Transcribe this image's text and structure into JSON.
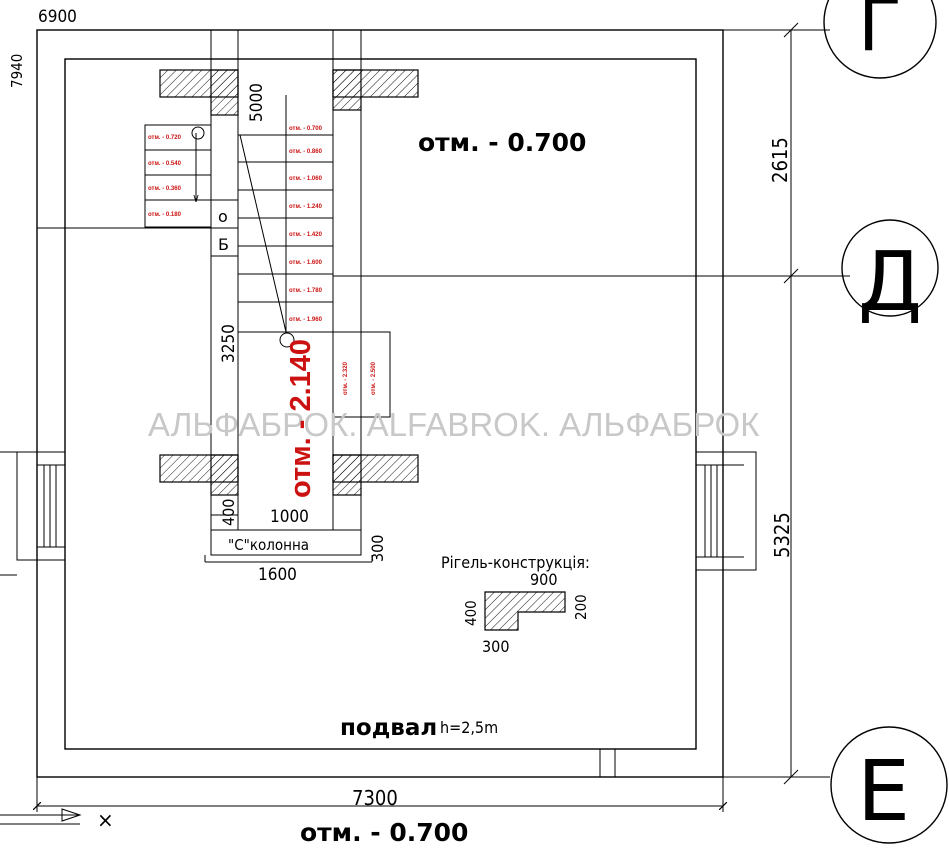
{
  "axes": {
    "g": "Г",
    "d": "Д",
    "e": "Е"
  },
  "dimensions": {
    "top_left_6900": "6900",
    "left_7940": "7940",
    "right_2615": "2615",
    "right_5325": "5325",
    "bottom_7300": "7300",
    "stair_5000": "5000",
    "stair_3250": "3250",
    "stair_400": "400",
    "stair_1000": "1000",
    "stair_1600": "1600",
    "stair_300": "300"
  },
  "elevations": {
    "main_room": "отм. - 0.700",
    "bottom": "отм. - 0.700",
    "stair_landing": "отм. - 2.140"
  },
  "steps_right": [
    "отм. - 0.700",
    "отм. - 0.860",
    "отм. - 1.060",
    "отм. - 1.240",
    "отм. - 1.420",
    "отм. - 1.600",
    "отм. - 1.780",
    "отм. - 1.960"
  ],
  "steps_left": [
    "отм. - 0.720",
    "отм. - 0.540",
    "отм. - 0.360",
    "отм. - 0.180"
  ],
  "steps_landing": [
    "отм. - 2.320",
    "отм. - 2.500"
  ],
  "markers": {
    "o": "о",
    "b": "Б"
  },
  "column_label": "\"С\"колонна",
  "rigel": {
    "title": "Рігель-конструкція:",
    "w900": "900",
    "h200": "200",
    "h400": "400",
    "w300": "300"
  },
  "basement": {
    "label": "подвал",
    "height": "h=2,5m"
  },
  "watermark": "АЛЬФАБРОК. ALFABROK. АЛЬФАБРОК"
}
